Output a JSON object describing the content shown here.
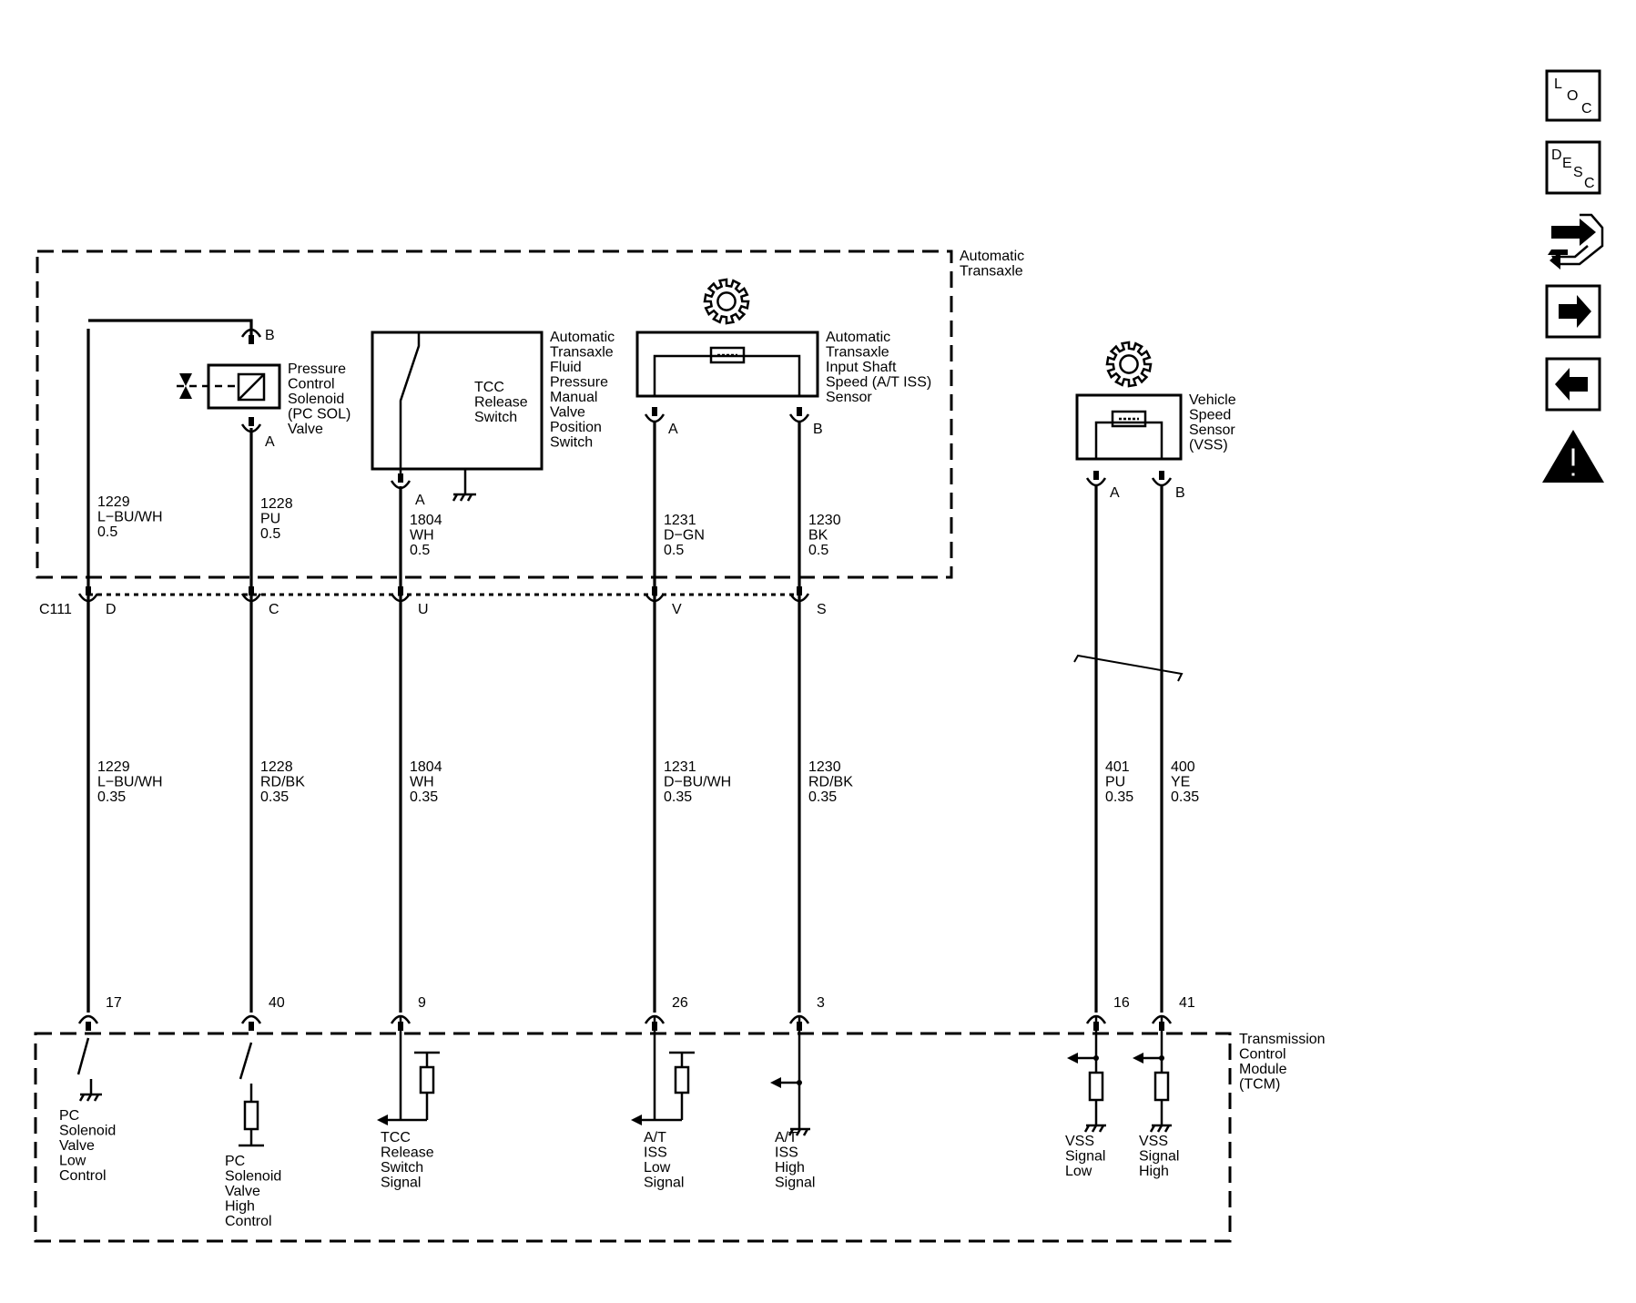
{
  "modules": {
    "transaxle": "Automatic Transaxle",
    "tcm": "Transmission Control Module (TCM)"
  },
  "components": {
    "pc_sol": "Pressure Control Solenoid (PC SOL) Valve",
    "tcc_switch": "TCC Release Switch",
    "pressure_switch": "Automatic Transaxle Fluid Pressure Manual Valve Position Switch",
    "iss": "Automatic Transaxle Input Shaft Speed (A/T ISS) Sensor",
    "vss": "Vehicle Speed Sensor (VSS)"
  },
  "connector": {
    "name": "C111"
  },
  "circuits": [
    {
      "comp_pin": "B",
      "conn_pin": "D",
      "upper": [
        "1229",
        "L−BU/WH",
        "0.5"
      ],
      "lower": [
        "1229",
        "L−BU/WH",
        "0.35"
      ],
      "tcm_pin": "17",
      "tcm_label": "PC Solenoid Valve Low Control"
    },
    {
      "comp_pin": "A",
      "conn_pin": "C",
      "upper": [
        "1228",
        "PU",
        "0.5"
      ],
      "lower": [
        "1228",
        "RD/BK",
        "0.35"
      ],
      "tcm_pin": "40",
      "tcm_label": "PC Solenoid Valve High Control"
    },
    {
      "comp_pin": "A",
      "conn_pin": "U",
      "upper": [
        "1804",
        "WH",
        "0.5"
      ],
      "lower": [
        "1804",
        "WH",
        "0.35"
      ],
      "tcm_pin": "9",
      "tcm_label": "TCC Release Switch Signal"
    },
    {
      "comp_pin": "A",
      "conn_pin": "V",
      "upper": [
        "1231",
        "D−GN",
        "0.5"
      ],
      "lower": [
        "1231",
        "D−BU/WH",
        "0.35"
      ],
      "tcm_pin": "26",
      "tcm_label": "A/T ISS Low Signal"
    },
    {
      "comp_pin": "B",
      "conn_pin": "S",
      "upper": [
        "1230",
        "BK",
        "0.5"
      ],
      "lower": [
        "1230",
        "RD/BK",
        "0.35"
      ],
      "tcm_pin": "3",
      "tcm_label": "A/T ISS High Signal"
    },
    {
      "comp_pin": "A",
      "conn_pin": "",
      "upper": [],
      "lower": [
        "401",
        "PU",
        "0.35"
      ],
      "tcm_pin": "16",
      "tcm_label": "VSS Signal Low"
    },
    {
      "comp_pin": "B",
      "conn_pin": "",
      "upper": [],
      "lower": [
        "400",
        "YE",
        "0.35"
      ],
      "tcm_pin": "41",
      "tcm_label": "VSS Signal High"
    }
  ],
  "nav": {
    "loc": [
      "L",
      "O",
      "C"
    ],
    "desc": [
      "D",
      "E",
      "S",
      "C"
    ]
  },
  "icons": [
    "gear-icon",
    "loc-icon",
    "desc-icon",
    "connector-icon",
    "next-arrow-icon",
    "back-arrow-icon",
    "warning-icon"
  ]
}
